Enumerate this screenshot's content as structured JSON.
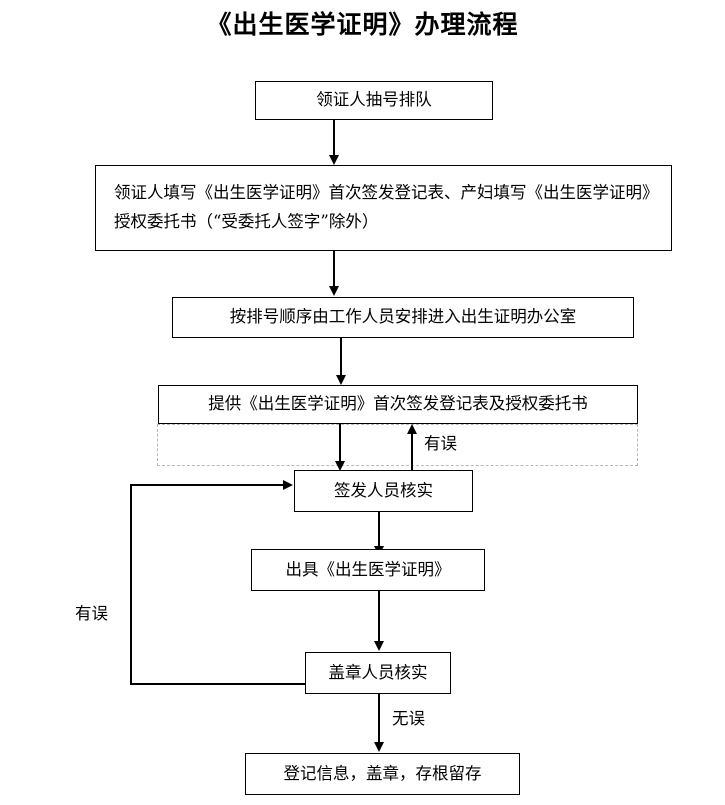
{
  "document": {
    "title": "《出生医学证明》办理流程"
  },
  "flowchart": {
    "type": "process-flow",
    "orientation": "top-to-bottom",
    "nodes": [
      {
        "id": "n1",
        "label": "领证人抽号排队"
      },
      {
        "id": "n2",
        "label": "领证人填写《出生医学证明》首次签发登记表、产妇填写《出生医学证明》授权委托书（“受委托人签字”除外）"
      },
      {
        "id": "n3",
        "label": "按排号顺序由工作人员安排进入出生证明办公室"
      },
      {
        "id": "n4",
        "label": "提供《出生医学证明》首次签发登记表及授权委托书"
      },
      {
        "id": "n5",
        "label": "签发人员核实"
      },
      {
        "id": "n6",
        "label": "出具《出生医学证明》"
      },
      {
        "id": "n7",
        "label": "盖章人员核实"
      },
      {
        "id": "n8",
        "label": "登记信息，盖章，存根留存"
      }
    ],
    "edge_labels": {
      "issuer_error": "有误",
      "stamp_error": "有误",
      "stamp_ok": "无误"
    },
    "colors": {
      "line": "#000000",
      "box_border": "#000000",
      "dashed_border": "#b8b8b8",
      "background": "#ffffff",
      "text": "#000000"
    }
  }
}
